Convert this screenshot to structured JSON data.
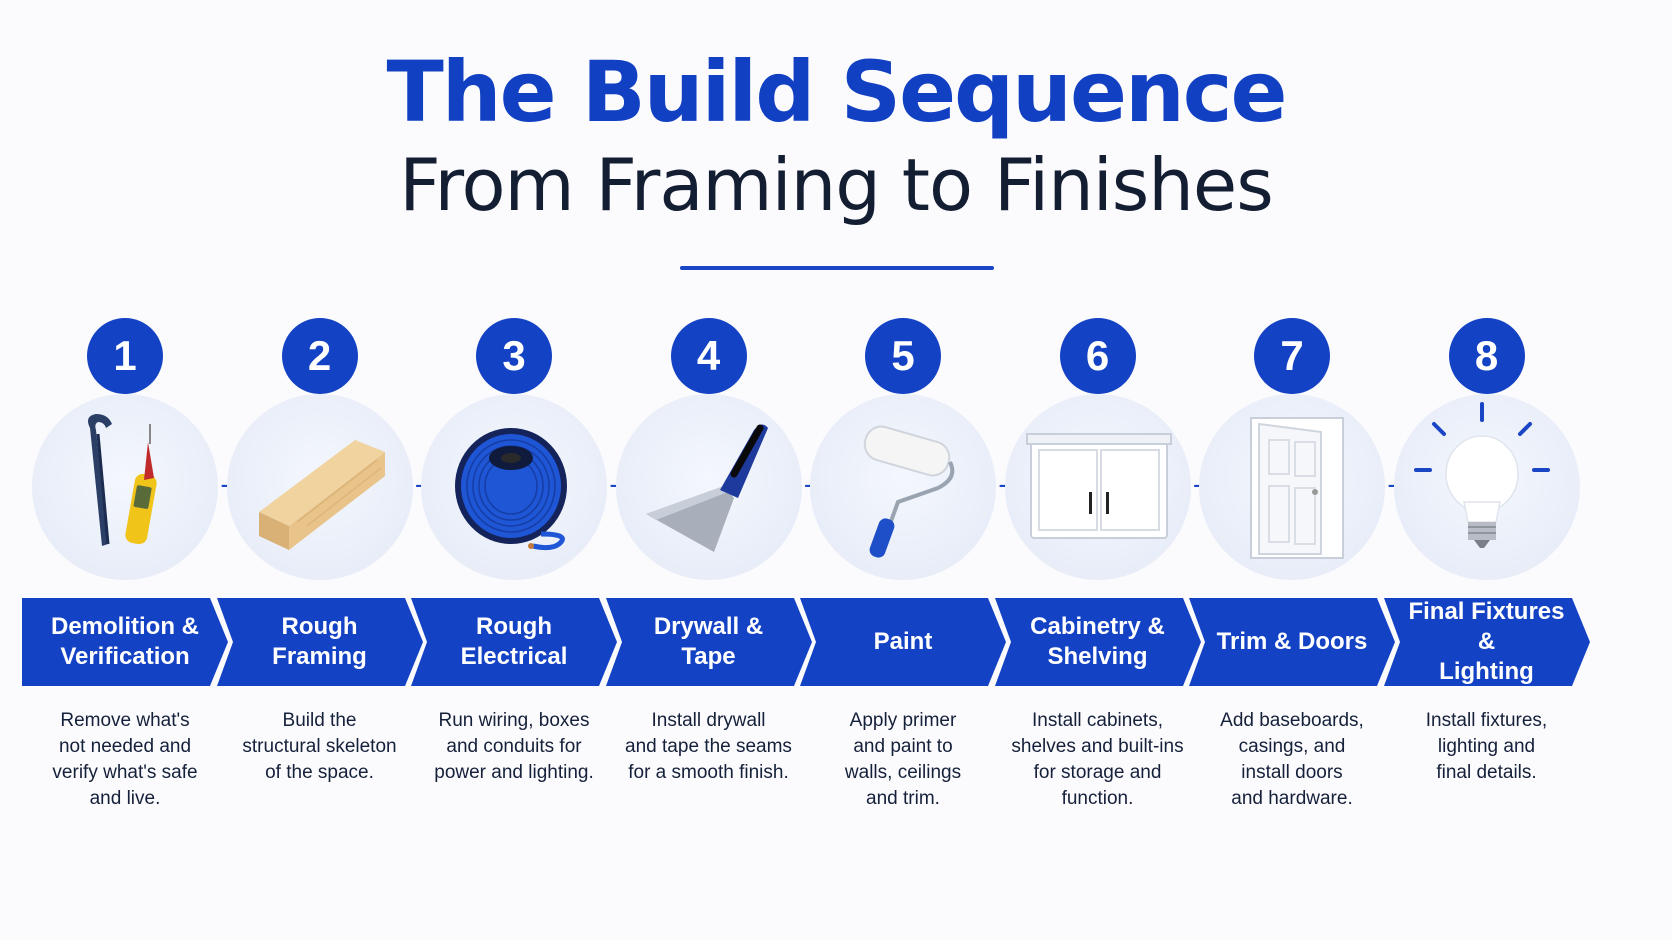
{
  "title": "The Build Sequence",
  "subtitle": "From Framing to Finishes",
  "colors": {
    "accent": "#1442c4",
    "text": "#141e33",
    "background": "#fbfbfd"
  },
  "arrow_glyph": "→",
  "steps": [
    {
      "number": "1",
      "label": "Demolition &\nVerification",
      "icon": "crowbar-and-voltage-tester-icon",
      "description": "Remove what's\nnot needed and\nverify what's safe\nand live."
    },
    {
      "number": "2",
      "label": "Rough\nFraming",
      "icon": "lumber-icon",
      "description": "Build the\nstructural skeleton\nof the space."
    },
    {
      "number": "3",
      "label": "Rough\nElectrical",
      "icon": "wire-spool-icon",
      "description": "Run wiring, boxes\nand conduits for\npower and lighting."
    },
    {
      "number": "4",
      "label": "Drywall &\nTape",
      "icon": "putty-knife-icon",
      "description": "Install drywall\nand tape the seams\nfor a smooth finish."
    },
    {
      "number": "5",
      "label": "Paint",
      "icon": "paint-roller-icon",
      "description": "Apply primer\nand paint to\nwalls, ceilings\nand trim."
    },
    {
      "number": "6",
      "label": "Cabinetry &\nShelving",
      "icon": "cabinet-icon",
      "description": "Install cabinets,\nshelves and built-ins\nfor storage and\nfunction."
    },
    {
      "number": "7",
      "label": "Trim & Doors",
      "icon": "door-icon",
      "description": "Add baseboards,\ncasings, and\ninstall doors\nand hardware."
    },
    {
      "number": "8",
      "label": "Final Fixtures &\nLighting",
      "icon": "light-bulb-icon",
      "description": "Install fixtures,\nlighting and\nfinal details."
    }
  ]
}
